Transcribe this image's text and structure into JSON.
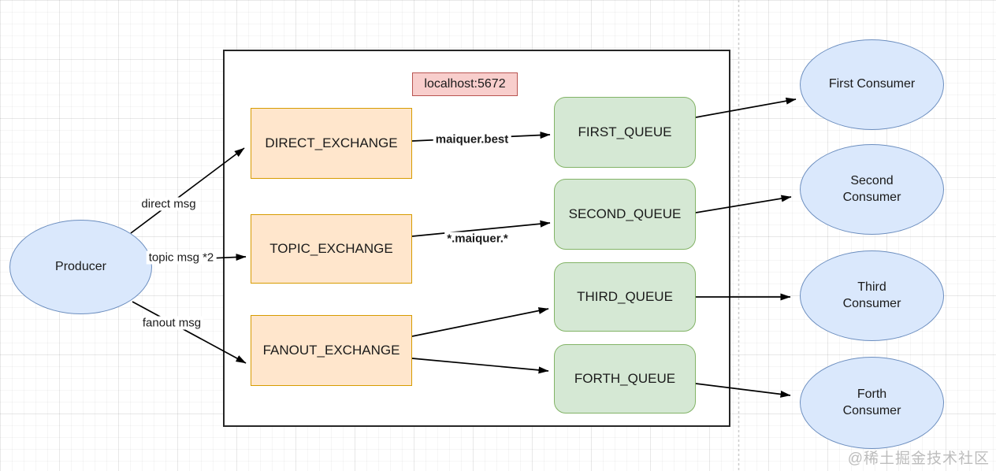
{
  "diagram": {
    "producer": {
      "label": "Producer"
    },
    "broker": {
      "address_label": "localhost:5672"
    },
    "exchanges": [
      {
        "label": "DIRECT_EXCHANGE"
      },
      {
        "label": "TOPIC_EXCHANGE"
      },
      {
        "label": "FANOUT_EXCHANGE"
      }
    ],
    "queues": [
      {
        "label": "FIRST_QUEUE"
      },
      {
        "label": "SECOND_QUEUE"
      },
      {
        "label": "THIRD_QUEUE"
      },
      {
        "label": "FORTH_QUEUE"
      }
    ],
    "consumers": [
      {
        "label": "First Consumer"
      },
      {
        "label": "Second Consumer"
      },
      {
        "label": "Third Consumer"
      },
      {
        "label": "Forth Consumer"
      }
    ],
    "edge_labels": {
      "producer_to_direct": "direct msg",
      "producer_to_topic": "topic msg *2",
      "producer_to_fanout": "fanout msg",
      "direct_routing_key": "maiquer.best",
      "topic_routing_key": "*.maiquer.*"
    }
  },
  "watermark": "@稀土掘金技术社区",
  "colors": {
    "exchange_fill": "#ffe6cc",
    "exchange_border": "#d79b00",
    "queue_fill": "#d5e8d4",
    "queue_border": "#82b366",
    "endpoint_fill": "#dae8fc",
    "endpoint_border": "#6c8ebf",
    "broker_tag_fill": "#f8cecc",
    "broker_tag_border": "#b85450",
    "arrow": "#000000",
    "broker_box_border": "#262626"
  }
}
